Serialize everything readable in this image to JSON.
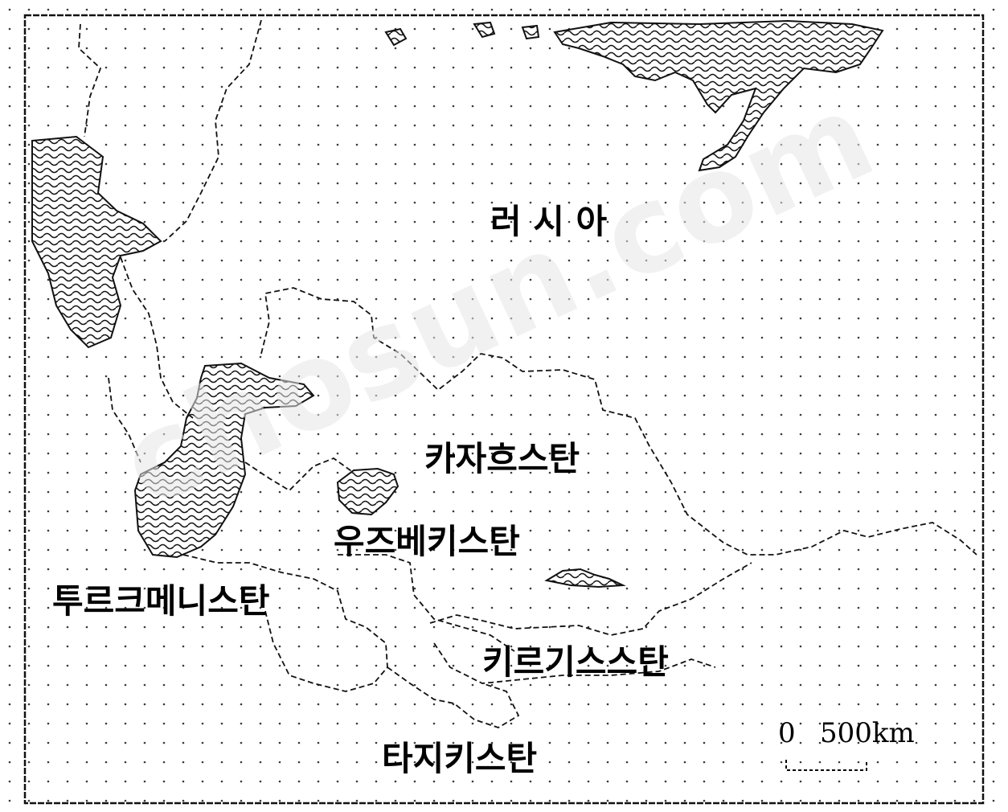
{
  "map": {
    "labels": {
      "russia": "러 시 아",
      "kazakhstan": "카자흐스탄",
      "uzbekistan": "우즈베키스탄",
      "turkmenistan": "투르크메니스탄",
      "kyrgyzstan": "키르기스스탄",
      "tajikistan": "타지키스탄"
    },
    "scale_bar": {
      "zero": "0",
      "distance": "500km"
    },
    "watermark": "chosun.com"
  }
}
